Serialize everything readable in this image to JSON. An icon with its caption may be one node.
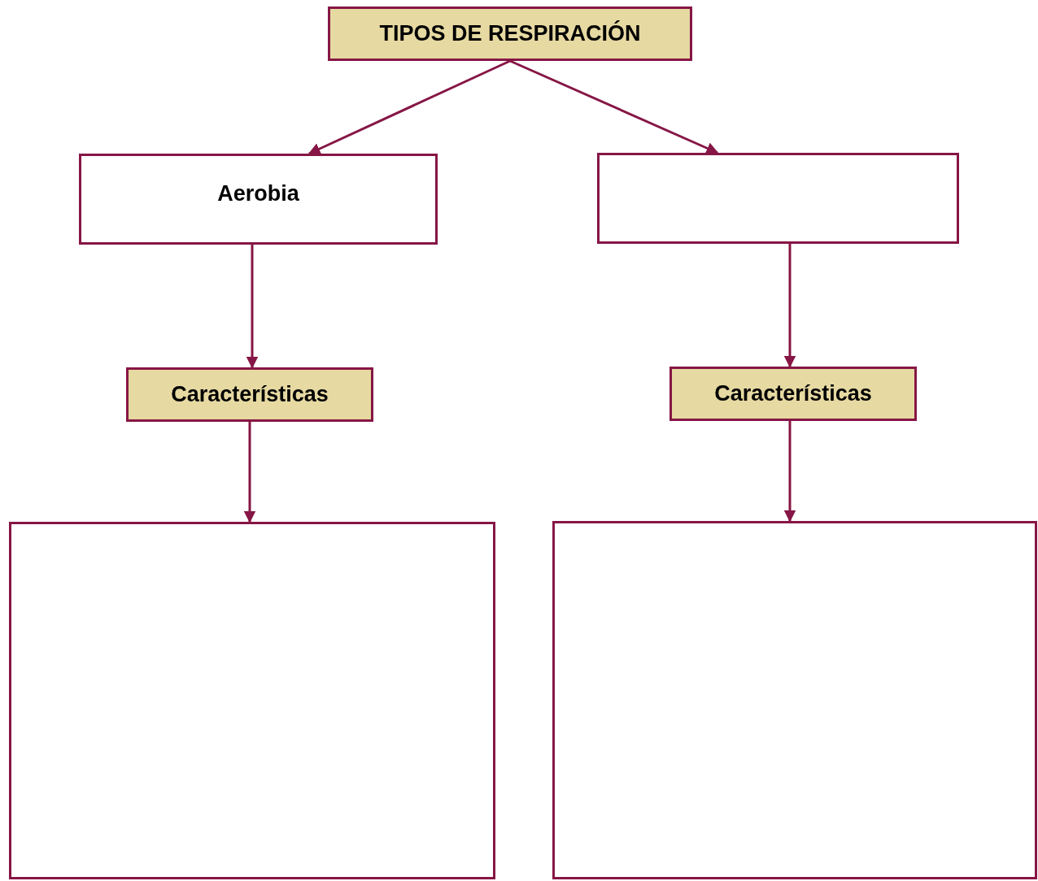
{
  "diagram": {
    "nodes": [
      {
        "text": [
          "TIPOS DE RESPIRACIÓN"
        ]
      },
      {
        "text": [
          "Aerobia"
        ]
      },
      {
        "text": [],
        "shape": "box"
      },
      {
        "text": [
          "Características"
        ]
      },
      {
        "text": [
          "Características"
        ]
      },
      {
        "text": [],
        "shape": "box"
      },
      {
        "text": [],
        "shape": "box"
      }
    ],
    "edges": [
      {
        "from": 0,
        "to": 1,
        "arrow": "to"
      },
      {
        "from": 0,
        "to": 2,
        "arrow": "to"
      },
      {
        "from": 1,
        "to": 3,
        "arrow": "to"
      },
      {
        "from": 2,
        "to": 4,
        "arrow": "to"
      },
      {
        "from": 3,
        "to": 5,
        "arrow": "to"
      },
      {
        "from": 4,
        "to": 6,
        "arrow": "to"
      }
    ]
  }
}
